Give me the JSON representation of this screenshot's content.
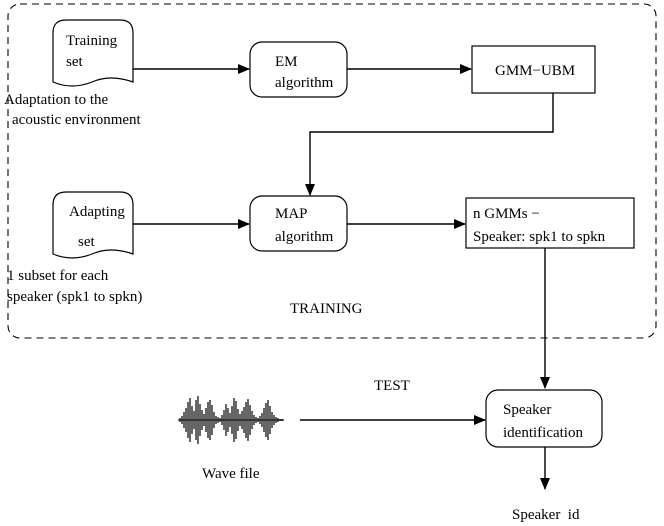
{
  "diagram": {
    "nodes": {
      "training_set": {
        "line1": "Training",
        "line2": "set"
      },
      "em": {
        "line1": "EM",
        "line2": "algorithm"
      },
      "gmm_ubm": {
        "label": "GMM−UBM"
      },
      "adapting_set": {
        "line1": "Adapting",
        "line2": "set"
      },
      "map": {
        "line1": "MAP",
        "line2": "algorithm"
      },
      "n_gmms": {
        "line1": "n GMMs −",
        "line2": "Speaker: spk1 to spkn"
      },
      "speaker_identification": {
        "line1": "Speaker",
        "line2": "identification"
      }
    },
    "annotations": {
      "training_note": {
        "line1": "Adaptation to the",
        "line2": "acoustic environment"
      },
      "adapting_note": {
        "line1": "1 subset for each",
        "line2": "speaker (spk1 to spkn)"
      },
      "training_label": "TRAINING",
      "test_label": "TEST",
      "wave_file": "Wave file",
      "speaker_id": "Speaker  id"
    }
  }
}
